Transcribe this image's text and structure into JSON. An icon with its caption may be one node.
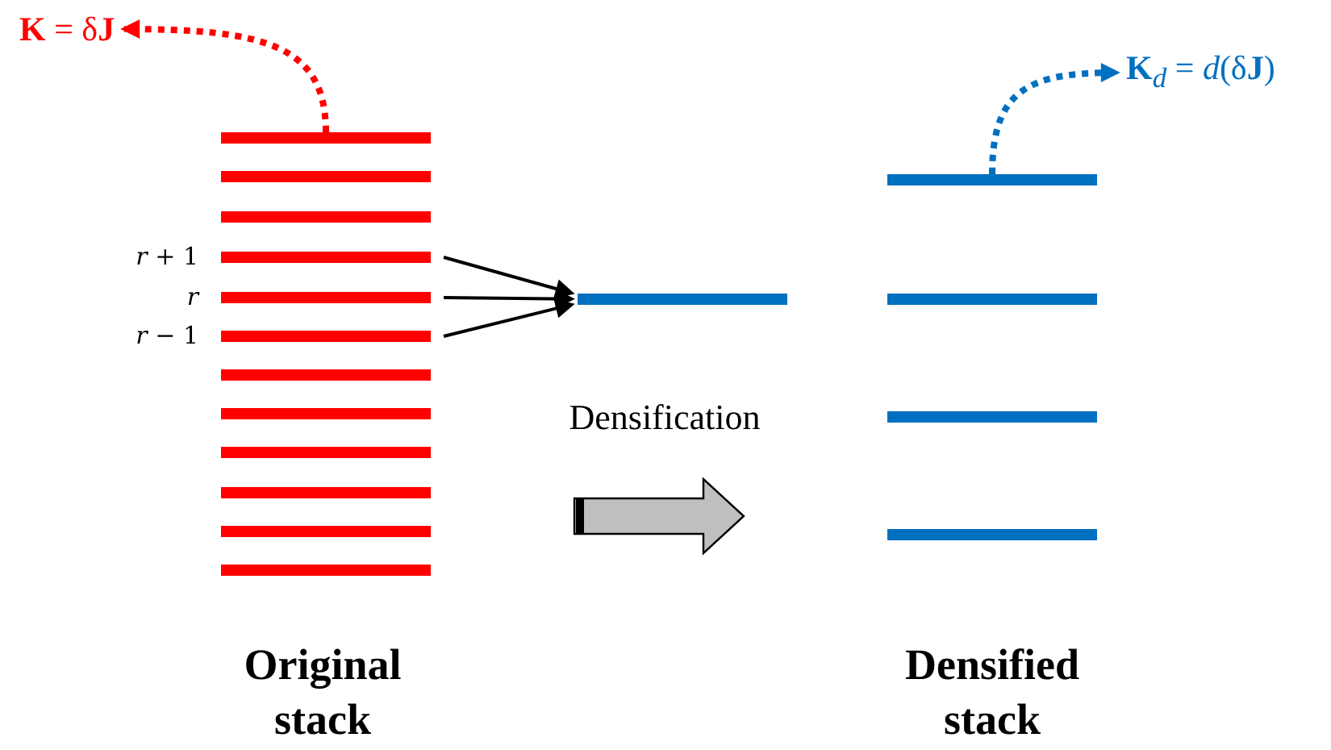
{
  "diagram": {
    "nodes": [
      {
        "text": [],
        "shape": "bar"
      },
      {
        "text": [],
        "shape": "bar"
      },
      {
        "text": [],
        "shape": "bar"
      },
      {
        "text": [],
        "shape": "bar",
        "beside": [
          "*r* + 1"
        ]
      },
      {
        "text": [],
        "shape": "bar",
        "beside": [
          "*r*"
        ]
      },
      {
        "text": [],
        "shape": "bar",
        "beside": [
          "*r* − 1"
        ]
      },
      {
        "text": [],
        "shape": "bar"
      },
      {
        "text": [],
        "shape": "bar"
      },
      {
        "text": [],
        "shape": "bar"
      },
      {
        "text": [],
        "shape": "bar"
      },
      {
        "text": [],
        "shape": "bar"
      },
      {
        "text": [],
        "shape": "bar"
      },
      {
        "text": [],
        "shape": "bar"
      },
      {
        "text": [],
        "shape": "bar"
      },
      {
        "text": [],
        "shape": "bar"
      },
      {
        "text": [],
        "shape": "bar"
      },
      {
        "text": [],
        "shape": "bar"
      },
      {
        "text": [
          "**K** = δ**J**"
        ]
      },
      {
        "text": [
          "**K**$_{d}$ = *d*(δ**J**)"
        ]
      }
    ],
    "edges": [
      {
        "from": 3,
        "to": 12,
        "arrow": "to"
      },
      {
        "from": 4,
        "to": 12,
        "arrow": "to"
      },
      {
        "from": 5,
        "to": 12,
        "arrow": "to"
      },
      {
        "from": 0,
        "to": 17,
        "arrow": "to",
        "style": "dashed",
        "color": "#ff0000"
      },
      {
        "from": 13,
        "to": 18,
        "arrow": "to",
        "style": "dashed",
        "color": "#0070c0"
      }
    ],
    "labels": [
      "Densification",
      "Original stack",
      "Densified stack"
    ]
  }
}
